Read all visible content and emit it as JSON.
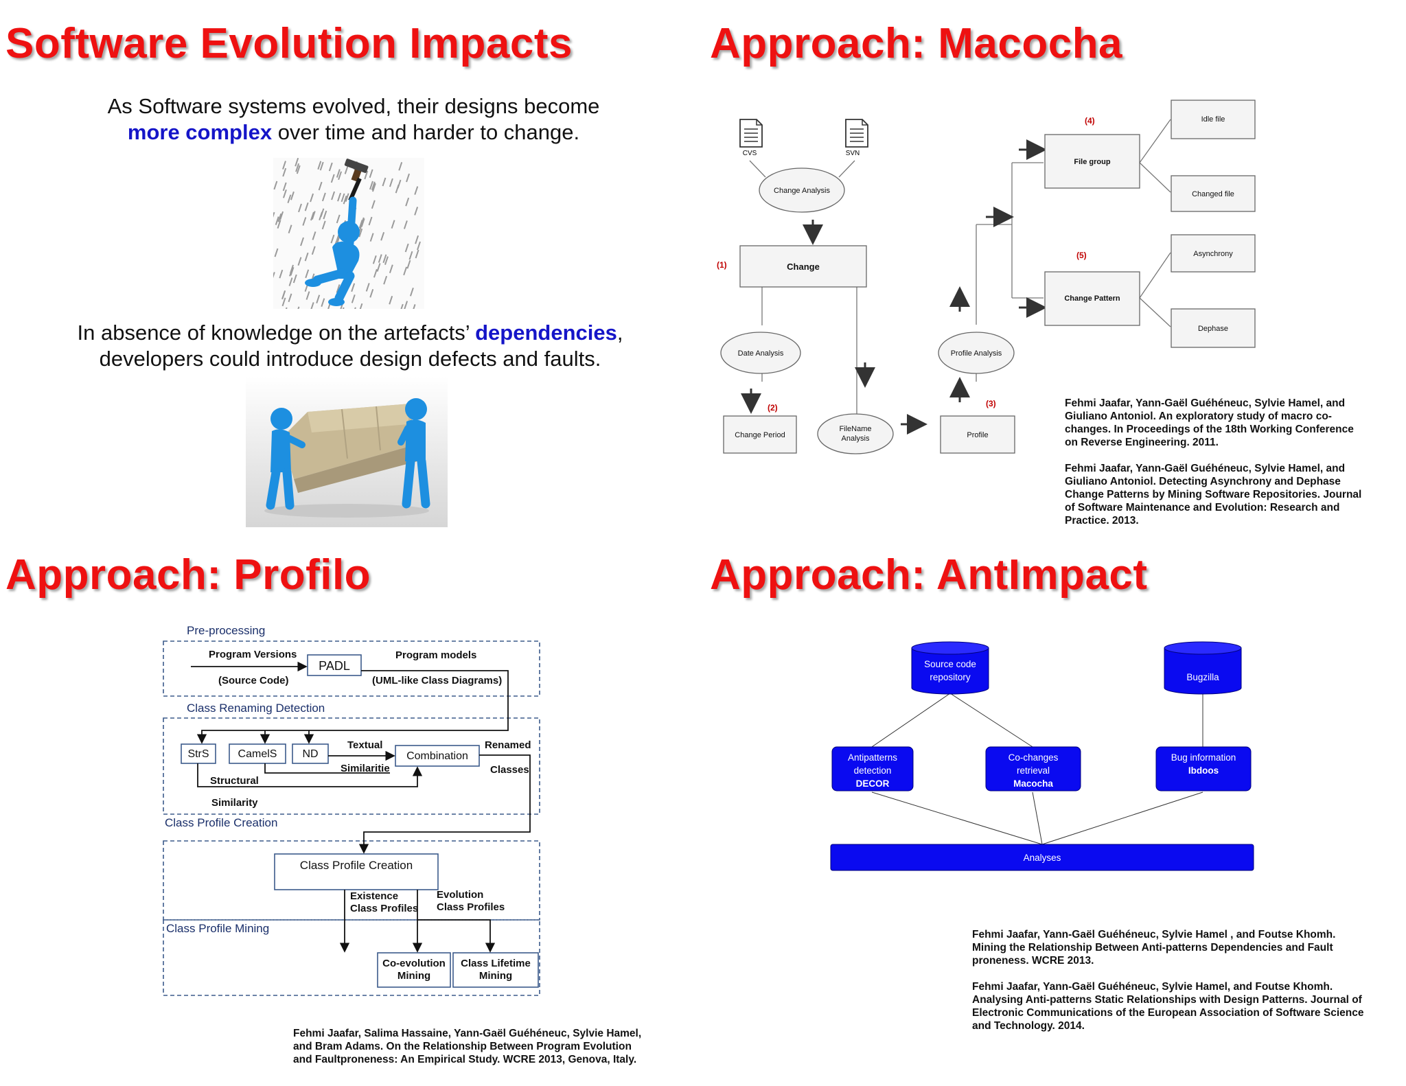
{
  "quadrants": {
    "q1": {
      "title": "Software Evolution Impacts",
      "para1_pre": "As Software systems evolved, their designs become",
      "para1_highlight": "more complex",
      "para1_post": " over time and harder to change.",
      "para2_pre": "In absence of knowledge on the artefacts’ ",
      "para2_highlight": "dependencies",
      "para2_post": ",",
      "para2_line2": "developers could introduce design defects and faults.",
      "highlight_color": "#1515c8"
    },
    "q2": {
      "title": "Approach: Macocha",
      "diagram": {
        "cvs": "CVS",
        "svn": "SVN",
        "change_analysis": "Change Analysis",
        "change": "Change",
        "date_analysis": "Date Analysis",
        "change_period": "Change Period",
        "filename_analysis_1": "FileName",
        "filename_analysis_2": "Analysis",
        "profile_analysis": "Profile Analysis",
        "profile": "Profile",
        "file_group": "File group",
        "idle_file": "Idle file",
        "changed_file": "Changed file",
        "change_pattern": "Change Pattern",
        "asynchrony": "Asynchrony",
        "dephase": "Dephase",
        "marker_1": "(1)",
        "marker_2": "(2)",
        "marker_3": "(3)",
        "marker_4": "(4)",
        "marker_5": "(5)"
      },
      "citations": [
        [
          "Fehmi Jaafar, Yann-Gaël Guéhéneuc, Sylvie Hamel, and",
          "Giuliano Antoniol. An exploratory study of macro co-",
          "changes. In Proceedings of the 18th Working Conference",
          "on Reverse Engineering. 2011."
        ],
        [
          "Fehmi Jaafar, Yann-Gaël Guéhéneuc, Sylvie Hamel, and",
          "Giuliano Antoniol. Detecting Asynchrony and Dephase",
          "Change Patterns by Mining Software Repositories. Journal",
          "of Software Maintenance and Evolution: Research and",
          "Practice. 2013."
        ]
      ]
    },
    "q3": {
      "title": "Approach: Profilo",
      "diagram": {
        "pre_processing": "Pre-processing",
        "program_versions": "Program Versions",
        "source_code": "(Source Code)",
        "padl": "PADL",
        "program_models": "Program models",
        "uml_like": "(UML-like Class Diagrams)",
        "class_renaming": "Class Renaming Detection",
        "strs": "StrS",
        "camels": "CamelS",
        "nd": "ND",
        "textual": "Textual",
        "similaritie": "Similaritie",
        "combination": "Combination",
        "renamed": "Renamed",
        "classes": "Classes",
        "structural": "Structural",
        "similarity": "Similarity",
        "class_profile_creation_header": "Class Profile Creation",
        "class_profile_creation_box": "Class Profile Creation",
        "existence_1": "Existence",
        "existence_2": "Class Profiles",
        "evolution_1": "Evolution",
        "evolution_2": "Class Profiles",
        "class_profile_mining": "Class Profile Mining",
        "coevolution_1": "Co-evolution",
        "coevolution_2": "Mining",
        "lifetime_1": "Class Lifetime",
        "lifetime_2": "Mining"
      },
      "citation": [
        "Fehmi Jaafar, Salima Hassaine, Yann-Gaël Guéhéneuc, Sylvie Hamel,",
        "and Bram Adams. On the Relationship Between Program Evolution",
        "and Faultproneness: An Empirical Study. WCRE 2013, Genova, Italy."
      ]
    },
    "q4": {
      "title": "Approach: AntImpact",
      "diagram": {
        "repo_1": "Source  code",
        "repo_2": "repository",
        "bugzilla": "Bugzilla",
        "antipatterns_1": "Antipatterns",
        "antipatterns_2": "detection",
        "antipatterns_3": "DECOR",
        "cochanges_1": "Co-changes",
        "cochanges_2": "retrieval",
        "cochanges_3": "Macocha",
        "buginfo_1": "Bug information",
        "buginfo_2": "Ibdoos",
        "analyses": "Analyses",
        "blue": "#0a0af0"
      },
      "citations": [
        [
          "Fehmi Jaafar, Yann-Gaël Guéhéneuc, Sylvie Hamel , and Foutse Khomh.",
          "Mining the Relationship Between Anti-patterns Dependencies and Fault",
          "proneness. WCRE 2013."
        ],
        [
          "Fehmi Jaafar, Yann-Gaël Guéhéneuc, Sylvie Hamel, and Foutse Khomh.",
          "Analysing Anti-patterns Static Relationships with Design Patterns. Journal of",
          "Electronic Communications of the European Association of Software Science",
          "and Technology. 2014."
        ]
      ]
    }
  },
  "title_color": "#ee1111"
}
